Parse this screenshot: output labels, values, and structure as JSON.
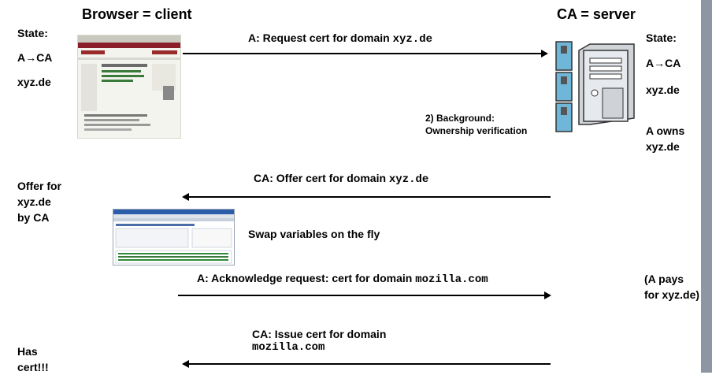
{
  "header": {
    "client_title": "Browser = client",
    "server_title": "CA = server"
  },
  "client_state": {
    "label": "State:",
    "line1": "A→CA",
    "line2": "xyz.de"
  },
  "server_state": {
    "label": "State:",
    "line1": "A→CA",
    "line2": "xyz.de",
    "owner": "A owns xyz.de"
  },
  "background_note": {
    "line1": "2) Background:",
    "line2": "Ownership verification"
  },
  "messages": {
    "request": {
      "text": "A: Request cert for domain ",
      "code": "xyz.de"
    },
    "offer": {
      "text": "CA: Offer cert for domain ",
      "code": "xyz.de"
    },
    "acknowledge": {
      "text": "A: Acknowledge request: cert for domain ",
      "code": "mozilla.com"
    },
    "issue": {
      "text": "CA: Issue cert for domain",
      "code": "mozilla.com"
    }
  },
  "offer_note": "Offer for xyz.de by CA",
  "swap_note": "Swap variables on the fly",
  "pays_note": "(A pays for xyz.de)",
  "has_cert": "Has cert!!!",
  "colors": {
    "sidebar": "#8d96a3",
    "server_blue": "#6fb6d8",
    "arrow": "#000000"
  }
}
